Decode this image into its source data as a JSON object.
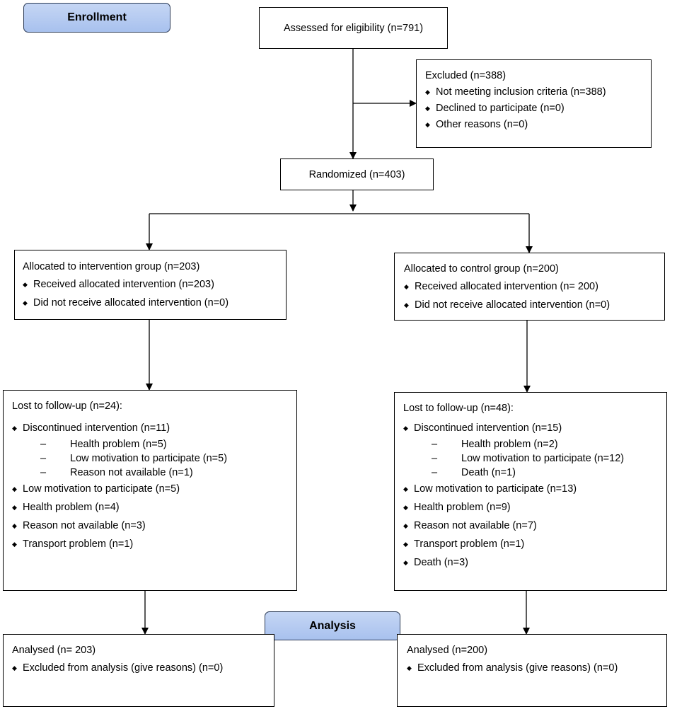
{
  "stages": {
    "enrollment": "Enrollment",
    "analysis": "Analysis"
  },
  "assessed": "Assessed for eligibility (n=791)",
  "excluded": {
    "title": "Excluded  (n=388)",
    "items": [
      "Not meeting inclusion criteria (n=388)",
      "Declined to participate  (n=0)",
      "Other reasons  (n=0)"
    ]
  },
  "randomized": "Randomized  (n=403)",
  "intervention": {
    "allocation": {
      "title": "Allocated to intervention  group  (n=203)",
      "items": [
        "Received  allocated intervention  (n=203)",
        "Did not receive  allocated intervention  (n=0)"
      ]
    },
    "followup": {
      "title": "Lost to follow-up  (n=24):",
      "discontinued": "Discontinued  intervention  (n=11)",
      "sub_items": [
        "Health  problem  (n=5)",
        "Low motivation  to participate  (n=5)",
        "Reason  not available  (n=1)"
      ],
      "items": [
        "Low motivation to participate  (n=5)",
        "Health  problem  (n=4)",
        "Reason  not available  (n=3)",
        "Transport  problem  (n=1)"
      ]
    },
    "analysis": {
      "title": "Analysed  (n= 203)",
      "items": [
        "Excluded from analysis (give  reasons)  (n=0)"
      ]
    }
  },
  "control": {
    "allocation": {
      "title": "Allocated to control group  (n=200)",
      "items": [
        "Received  allocated intervention  (n= 200)",
        "Did not receive  allocated intervention  (n=0)"
      ]
    },
    "followup": {
      "title": "Lost to follow-up  (n=48):",
      "discontinued": "Discontinued  intervention  (n=15)",
      "sub_items": [
        "Health  problem  (n=2)",
        "Low motivation  to participate  (n=12)",
        "Death  (n=1)"
      ],
      "items": [
        "Low motivation  to participate  (n=13)",
        "Health  problem  (n=9)",
        "Reason  not available  (n=7)",
        "Transport  problem  (n=1)",
        "Death  (n=3)"
      ]
    },
    "analysis": {
      "title": "Analysed  (n=200)",
      "items": [
        "Excluded  from analysis  (give  reasons)  (n=0)"
      ]
    }
  }
}
